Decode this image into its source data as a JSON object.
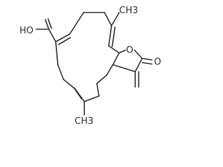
{
  "labels": {
    "hydroxyl": "HO",
    "ring_oxygen": "O",
    "carbonyl_oxygen": "O",
    "methyl_top": "CH3",
    "methyl_bottom": "CH3"
  }
}
